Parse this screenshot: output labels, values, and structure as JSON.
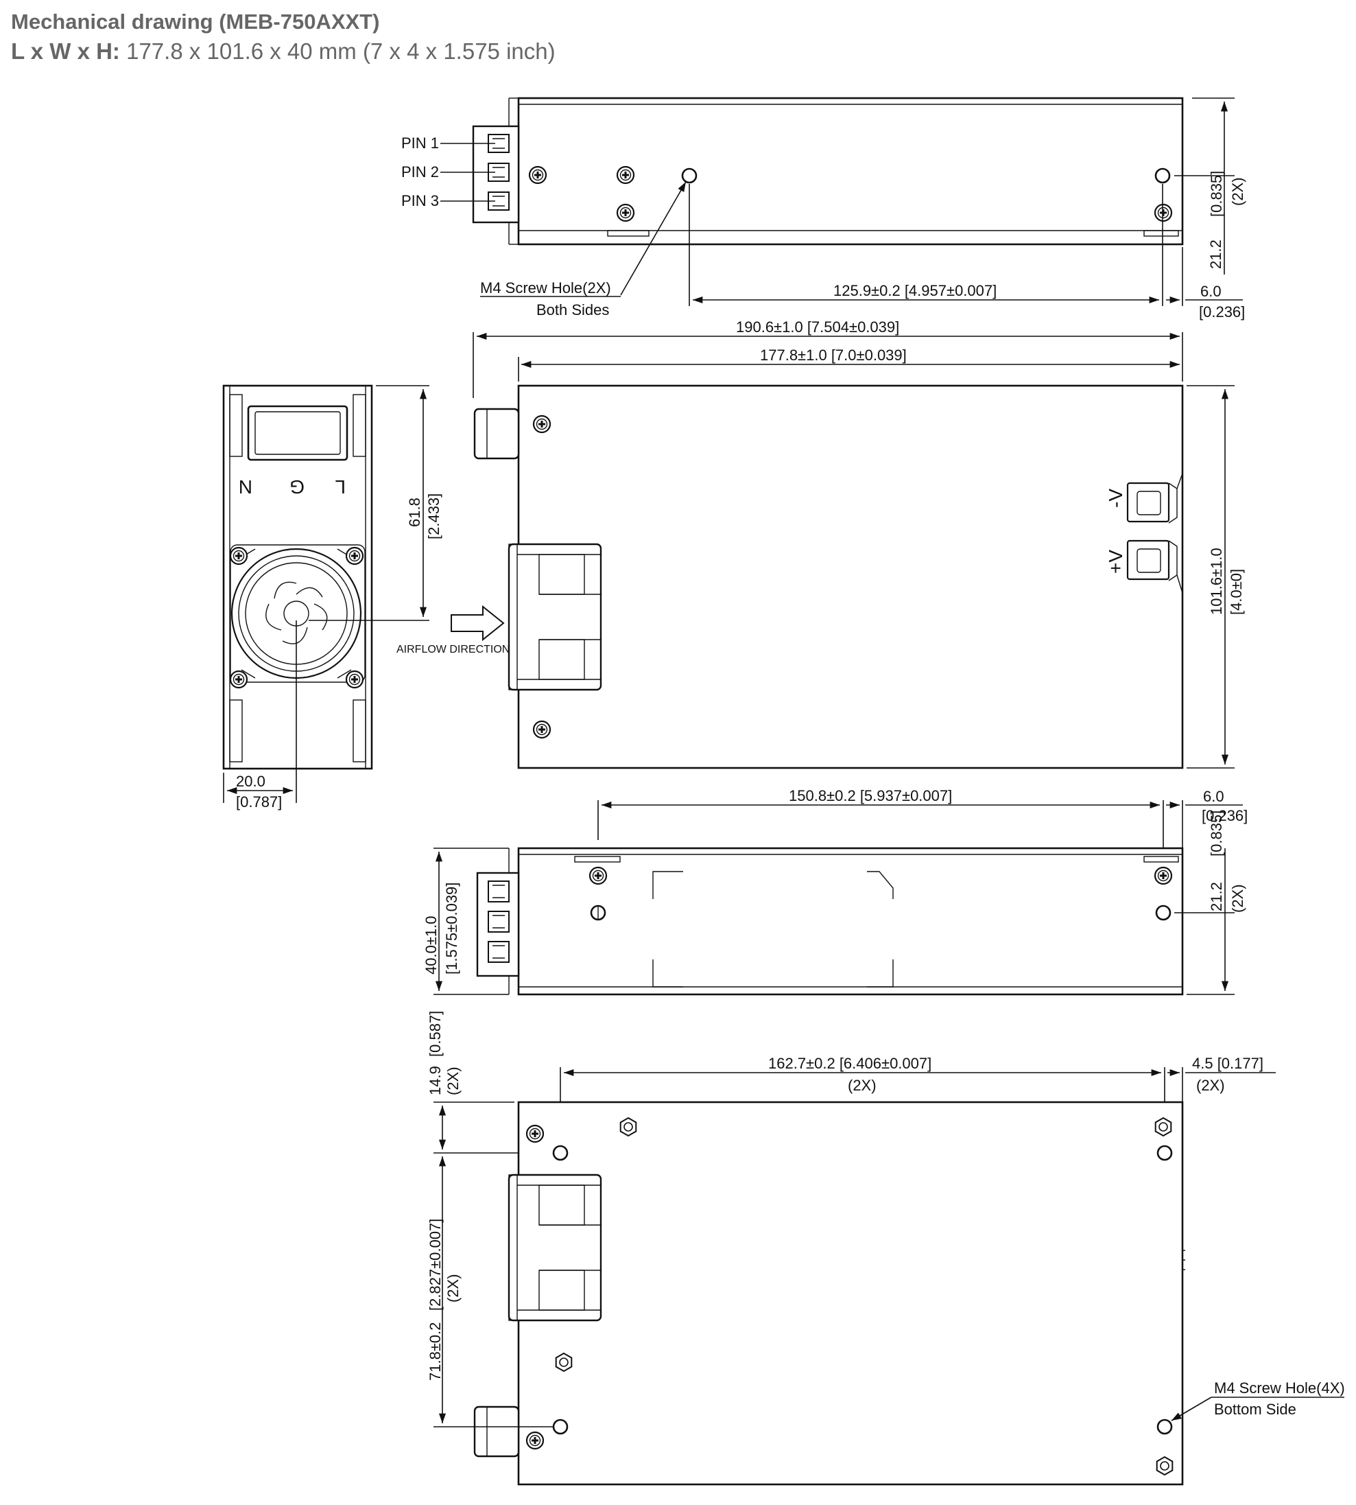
{
  "header": {
    "title": "Mechanical drawing (MEB-750AXXT)",
    "dims_label": "L x W x H:",
    "dims_value": " 177.8 x 101.6 x 40 mm (7 x 4 x 1.575 inch)"
  },
  "top_view": {
    "pins": [
      "PIN 1",
      "PIN 2",
      "PIN 3"
    ],
    "screw_note_1": "M4 Screw Hole(2X)",
    "screw_note_2": "Both Sides",
    "dim_spacing": "125.9±0.2   [4.957±0.007]",
    "dim_right_mm": "6.0",
    "dim_right_in": "[0.236]",
    "dim_height_mm": "21.2",
    "dim_height_in": "[0.835]",
    "dim_height_qty": "(2X)"
  },
  "front_view": {
    "terminals": [
      "N",
      "G",
      "L"
    ],
    "dim_fan_height_mm": "61.8",
    "dim_fan_height_in": "[2.433]",
    "dim_fan_offset_mm": "20.0",
    "dim_fan_offset_in": "[0.787]",
    "airflow_label": "AIRFLOW DIRECTION"
  },
  "side_view": {
    "dim_overall": "190.6±1.0   [7.504±0.039]",
    "dim_body": "177.8±1.0   [7.0±0.039]",
    "dim_width_mm": "101.6±1.0",
    "dim_width_in": "[4.0±0]",
    "output_neg": "-V",
    "output_pos": "+V"
  },
  "back_view": {
    "dim_spacing": "150.8±0.2   [5.937±0.007]",
    "dim_right_mm": "6.0",
    "dim_right_in": "[0.236]",
    "dim_height_mm": "21.2",
    "dim_height_in": "[0.835]",
    "dim_height_qty": "(2X)",
    "dim_overall_height_mm": "40.0±1.0",
    "dim_overall_height_in": "[1.575±0.039]"
  },
  "bottom_view": {
    "dim_spacing": "162.7±0.2   [6.406±0.007]",
    "dim_spacing_qty": "(2X)",
    "dim_right": "4.5   [0.177]",
    "dim_right_qty": "(2X)",
    "dim_top_mm": "14.9",
    "dim_top_in": "[0.587]",
    "dim_top_qty": "(2X)",
    "dim_vertical_mm": "71.8±0.2",
    "dim_vertical_in": "[2.827±0.007]",
    "dim_vertical_qty": "(2X)",
    "screw_note_1": "M4 Screw Hole(4X)",
    "screw_note_2": "Bottom Side"
  }
}
